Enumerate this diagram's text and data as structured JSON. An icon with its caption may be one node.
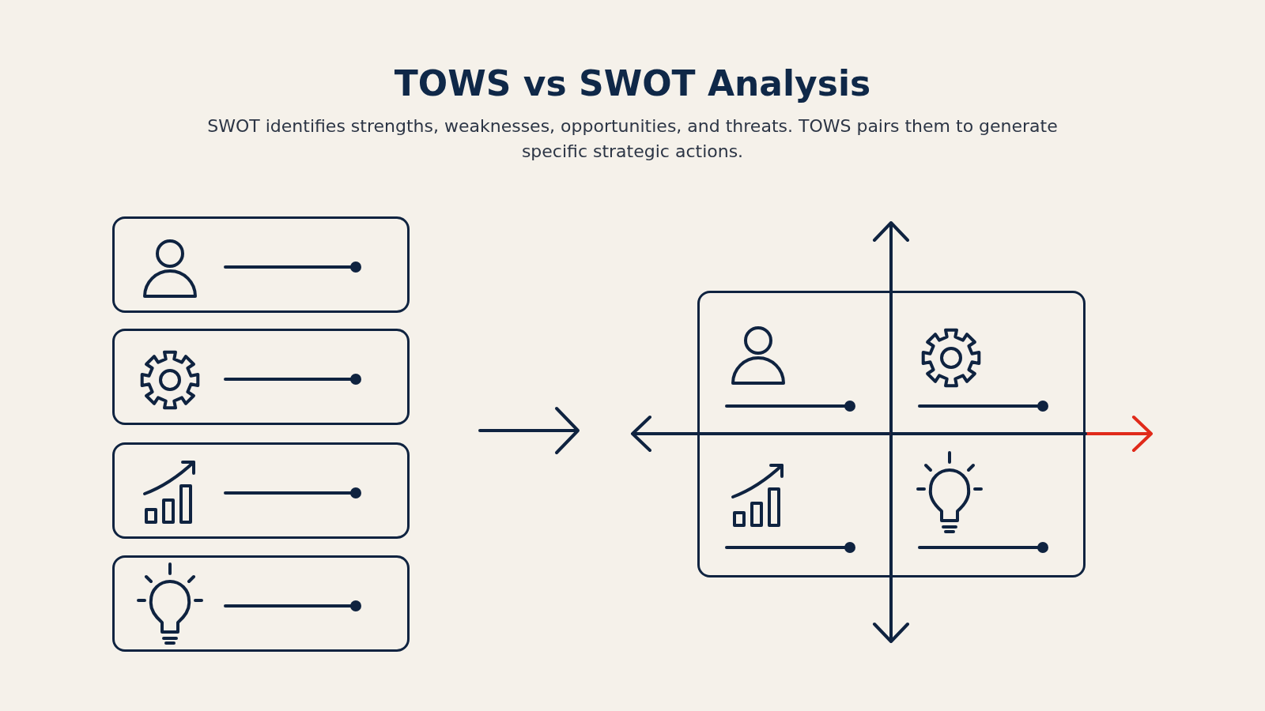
{
  "diagram": {
    "title": "TOWS vs SWOT Analysis",
    "caption": "SWOT identifies strengths, weaknesses, opportunities, and threats. TOWS pairs them to generate specific strategic actions.",
    "nodes": [
      {
        "text": [],
        "shape": "box"
      },
      {
        "text": [],
        "shape": "box"
      },
      {
        "text": [],
        "shape": "box"
      },
      {
        "text": [],
        "shape": "box"
      },
      {
        "text": [],
        "shape": "box"
      }
    ]
  }
}
